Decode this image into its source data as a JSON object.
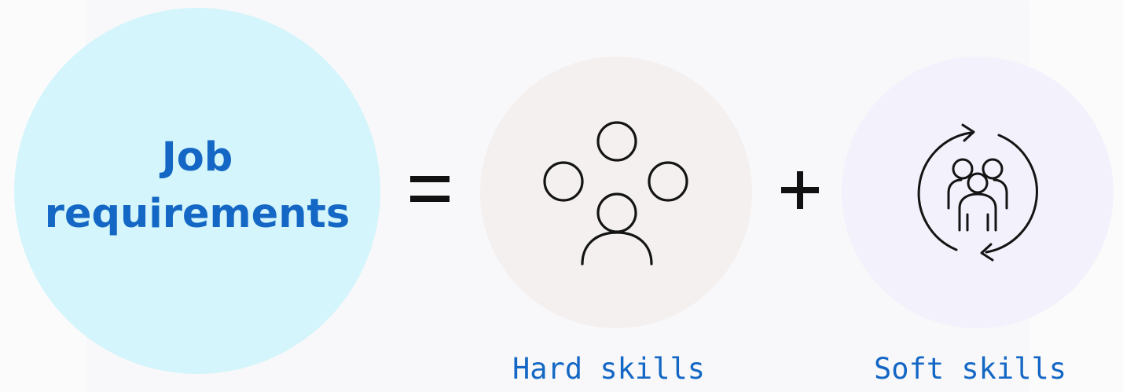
{
  "main_title": {
    "line1": "Job",
    "line2": "requirements"
  },
  "operators": {
    "equals": "equals-icon",
    "plus": "plus-icon"
  },
  "hard_skills": {
    "label": "Hard skills",
    "icon": "person-with-ideas-icon"
  },
  "soft_skills": {
    "label": "Soft skills",
    "icon": "group-cycle-icon"
  },
  "colors": {
    "text_blue": "#1467c4",
    "job_circle": "#d3f5fb",
    "hard_circle": "#f5f0f0",
    "soft_circle": "#f3f1fb",
    "icon_stroke": "#141414"
  }
}
